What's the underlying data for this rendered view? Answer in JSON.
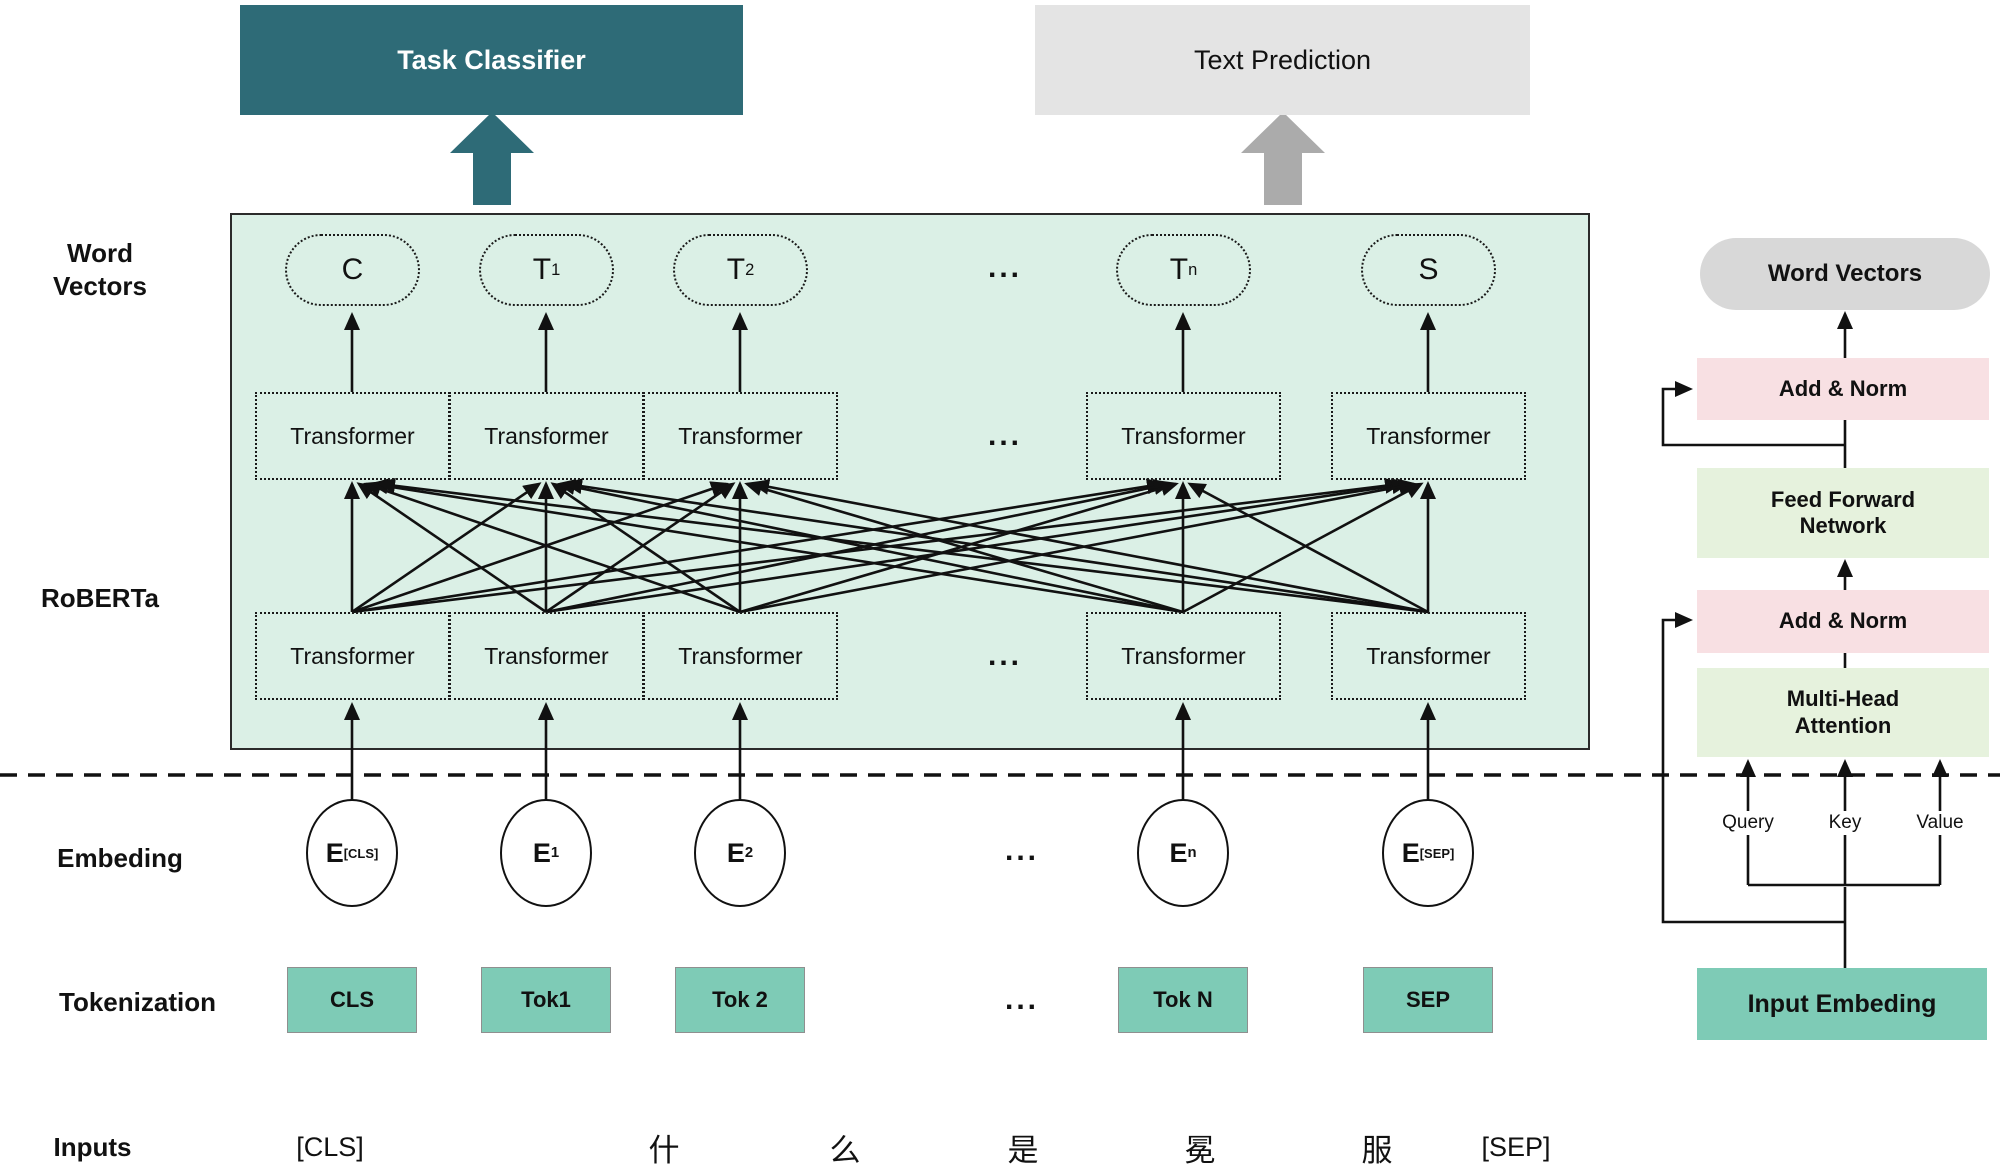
{
  "top": {
    "task_classifier": "Task Classifier",
    "text_prediction": "Text Prediction"
  },
  "side_labels": {
    "word_vectors_line1": "Word",
    "word_vectors_line2": "Vectors",
    "roberta": "RoBERTa",
    "embedding": "Embeding",
    "tokenization": "Tokenization",
    "inputs": "Inputs"
  },
  "panel": {
    "transformer": "Transformer",
    "ellipsis": "...",
    "word_tokens": [
      {
        "base": "C",
        "sub": ""
      },
      {
        "base": "T",
        "sub": "1"
      },
      {
        "base": "T",
        "sub": "2"
      },
      {
        "base": "T",
        "sub": "n"
      },
      {
        "base": "S",
        "sub": ""
      }
    ]
  },
  "embedding_row": {
    "ellipsis": "...",
    "tokens": [
      {
        "base": "E",
        "sub": "[CLS]"
      },
      {
        "base": "E",
        "sub": "1"
      },
      {
        "base": "E",
        "sub": "2"
      },
      {
        "base": "E",
        "sub": "n"
      },
      {
        "base": "E",
        "sub": "[SEP]"
      }
    ]
  },
  "token_row": {
    "ellipsis": "...",
    "tokens": [
      "CLS",
      "Tok1",
      "Tok 2",
      "Tok N",
      "SEP"
    ]
  },
  "input_row": {
    "tokens": [
      "[CLS]",
      "什",
      "么",
      "是",
      "冕",
      "服",
      "[SEP]"
    ]
  },
  "right_block": {
    "word_vectors": "Word Vectors",
    "add_norm_top": "Add & Norm",
    "feed_forward": "Feed Forward Network",
    "add_norm_bottom": "Add & Norm",
    "multi_head": "Multi-Head Attention",
    "query": "Query",
    "key": "Key",
    "value": "Value",
    "input_embedding": "Input Embeding"
  },
  "colors": {
    "teal": "#2E6B77",
    "panel_bg": "#DBF0E6",
    "token_green": "#7ECBB6",
    "pink": "#F8E0E3",
    "light_green": "#E6F2DD",
    "gray_box": "#E4E4E4",
    "gray_pill": "#D8D8D8",
    "arrow_gray": "#ABABAB",
    "line": "#111111"
  }
}
